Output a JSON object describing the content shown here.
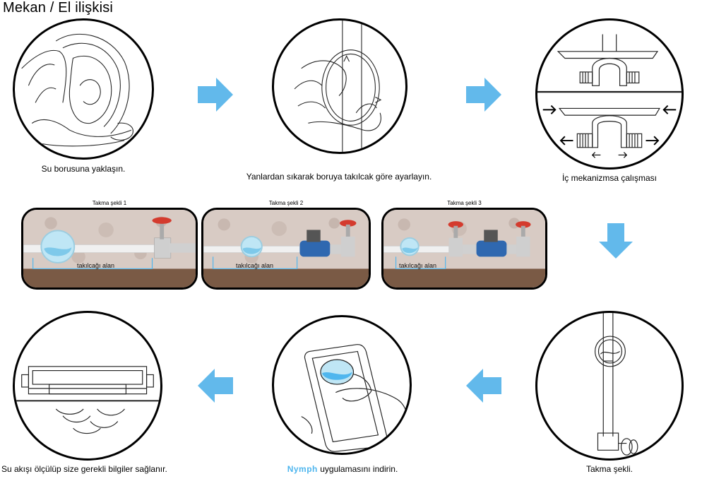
{
  "title": "Mekan / El ilişkisi",
  "steps": {
    "s1": "Su borusuna yaklaşın.",
    "s2": "Yanlardan sıkarak boruya takılcak göre ayarlayın.",
    "s3": "İç mekanizmsa çalışması",
    "s4": "Takma şekli.",
    "s5_brand": "Nymph",
    "s5_rest": " uygulamasını indirin.",
    "s6": "Su akışı ölçülüp size gerekli bilgiler sağlanır."
  },
  "mounts": [
    {
      "title": "Takma şekli 1",
      "zone": "takılcağı alan"
    },
    {
      "title": "Takma şekli 2",
      "zone": "takılcağı alan"
    },
    {
      "title": "Takma şekli 3",
      "zone": "takılcağı alan"
    }
  ],
  "colors": {
    "arrow": "#62b9eb",
    "zone": "#4fb6ee",
    "accent": "#4fb6ee"
  },
  "icons": [
    "arrow-right-icon",
    "arrow-down-icon",
    "arrow-left-icon"
  ]
}
